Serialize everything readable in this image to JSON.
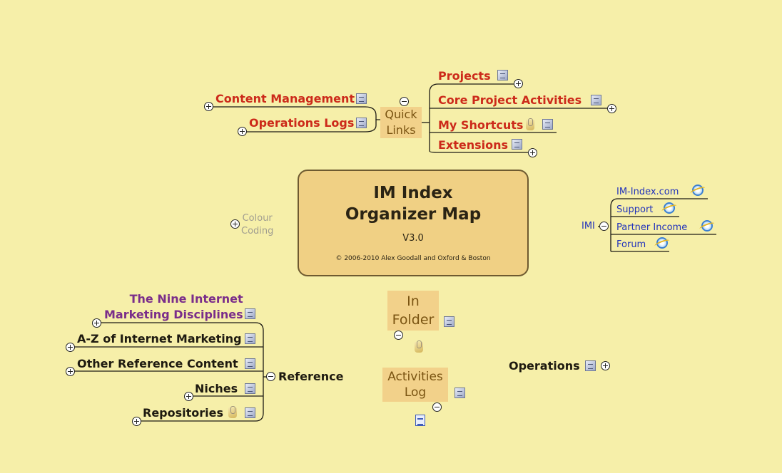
{
  "central": {
    "title_line1": "IM Index",
    "title_line2": "Organizer Map",
    "version": "V3.0",
    "copyright": "© 2006-2010 Alex Goodall and Oxford & Boston"
  },
  "quick_links": {
    "label_line1": "Quick",
    "label_line2": "Links",
    "left_children": [
      "Content Management",
      "Operations Logs"
    ],
    "right_children": [
      "Projects",
      "Core Project Activities",
      "My Shortcuts",
      "Extensions"
    ]
  },
  "colour_coding": {
    "line1": "Colour",
    "line2": "Coding"
  },
  "imi": {
    "label": "IMI",
    "links": [
      "IM-Index.com",
      "Support",
      "Partner Income",
      "Forum"
    ]
  },
  "reference": {
    "label": "Reference",
    "children": {
      "nine_line1": "The Nine Internet",
      "nine_line2": "Marketing Disciplines",
      "az": "A-Z of Internet Marketing",
      "other": "Other Reference Content",
      "niches": "Niches",
      "repositories": "Repositories"
    }
  },
  "in_folder": {
    "line1": "In",
    "line2": "Folder"
  },
  "activities_log": {
    "line1": "Activities",
    "line2": "Log"
  },
  "operations": {
    "label": "Operations"
  },
  "colors": {
    "background": "#f6efa9",
    "central_fill": "#f0d084",
    "central_border": "#6e5a30",
    "topic_red": "#cc2a1a",
    "topic_purple": "#7a2d8a",
    "link_blue": "#2233bb",
    "secondary_box": "#f2d18a"
  },
  "icons": [
    "note-icon",
    "attachment-icon",
    "web-link-icon",
    "document-icon",
    "expand-icon",
    "collapse-icon"
  ]
}
